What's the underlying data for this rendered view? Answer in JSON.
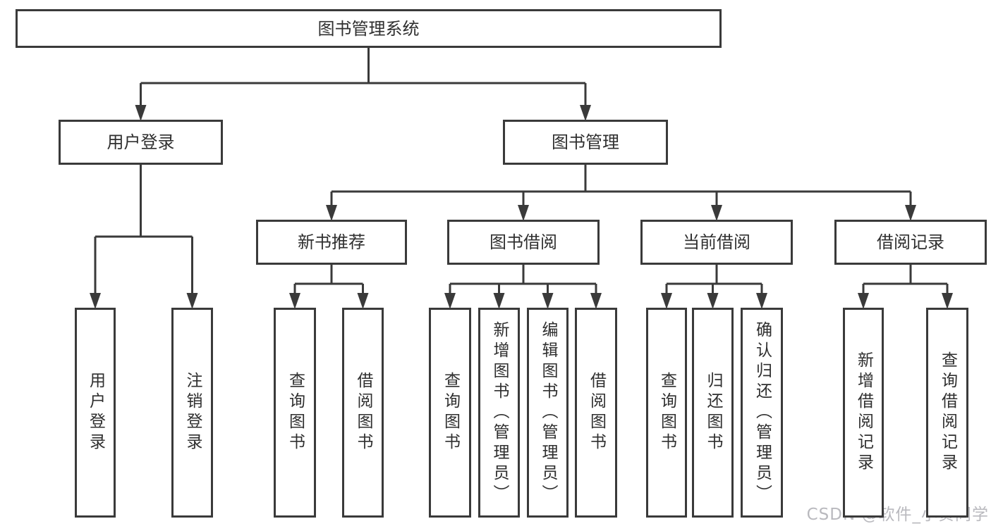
{
  "diagram": {
    "title": "图书管理系统",
    "watermark": "CSDN @软件_小贺同学",
    "colors": {
      "line": "#3a3a3a",
      "text": "#2f2f2f",
      "box_background": "#ffffff",
      "watermark": "#b9b9be"
    },
    "nodes": [
      {
        "id": "root",
        "label": "图书管理系统",
        "level": 0
      },
      {
        "id": "user-login",
        "label": "用户登录",
        "level": 1
      },
      {
        "id": "book-mgmt",
        "label": "图书管理",
        "level": 1
      },
      {
        "id": "new-book-rec",
        "label": "新书推荐",
        "level": 2
      },
      {
        "id": "book-borrow",
        "label": "图书借阅",
        "level": 2
      },
      {
        "id": "current-borrow",
        "label": "当前借阅",
        "level": 2
      },
      {
        "id": "borrow-records",
        "label": "借阅记录",
        "level": 2
      },
      {
        "id": "leaf-user-login",
        "label": "用户登录",
        "level": 3
      },
      {
        "id": "leaf-logout",
        "label": "注销登录",
        "level": 3
      },
      {
        "id": "leaf-nb-query",
        "label": "查询图书",
        "level": 3
      },
      {
        "id": "leaf-nb-borrow",
        "label": "借阅图书",
        "level": 3
      },
      {
        "id": "leaf-bb-query",
        "label": "查询图书",
        "level": 3
      },
      {
        "id": "leaf-bb-add",
        "label": "新增图书（管理员）",
        "level": 3
      },
      {
        "id": "leaf-bb-edit",
        "label": "编辑图书（管理员）",
        "level": 3
      },
      {
        "id": "leaf-bb-borrow",
        "label": "借阅图书",
        "level": 3
      },
      {
        "id": "leaf-cb-query",
        "label": "查询图书",
        "level": 3
      },
      {
        "id": "leaf-cb-return",
        "label": "归还图书",
        "level": 3
      },
      {
        "id": "leaf-cb-confirm",
        "label": "确认归还（管理员）",
        "level": 3
      },
      {
        "id": "leaf-br-add",
        "label": "新增借阅记录",
        "level": 3
      },
      {
        "id": "leaf-br-query",
        "label": "查询借阅记录",
        "level": 3
      }
    ],
    "hierarchy": [
      {
        "parent": "root",
        "children": [
          "user-login",
          "book-mgmt"
        ]
      },
      {
        "parent": "user-login",
        "children": [
          "leaf-user-login",
          "leaf-logout"
        ]
      },
      {
        "parent": "book-mgmt",
        "children": [
          "new-book-rec",
          "book-borrow",
          "current-borrow",
          "borrow-records"
        ]
      },
      {
        "parent": "new-book-rec",
        "children": [
          "leaf-nb-query",
          "leaf-nb-borrow"
        ]
      },
      {
        "parent": "book-borrow",
        "children": [
          "leaf-bb-query",
          "leaf-bb-add",
          "leaf-bb-edit",
          "leaf-bb-borrow"
        ]
      },
      {
        "parent": "current-borrow",
        "children": [
          "leaf-cb-query",
          "leaf-cb-return",
          "leaf-cb-confirm"
        ]
      },
      {
        "parent": "borrow-records",
        "children": [
          "leaf-br-add",
          "leaf-br-query"
        ]
      }
    ]
  }
}
